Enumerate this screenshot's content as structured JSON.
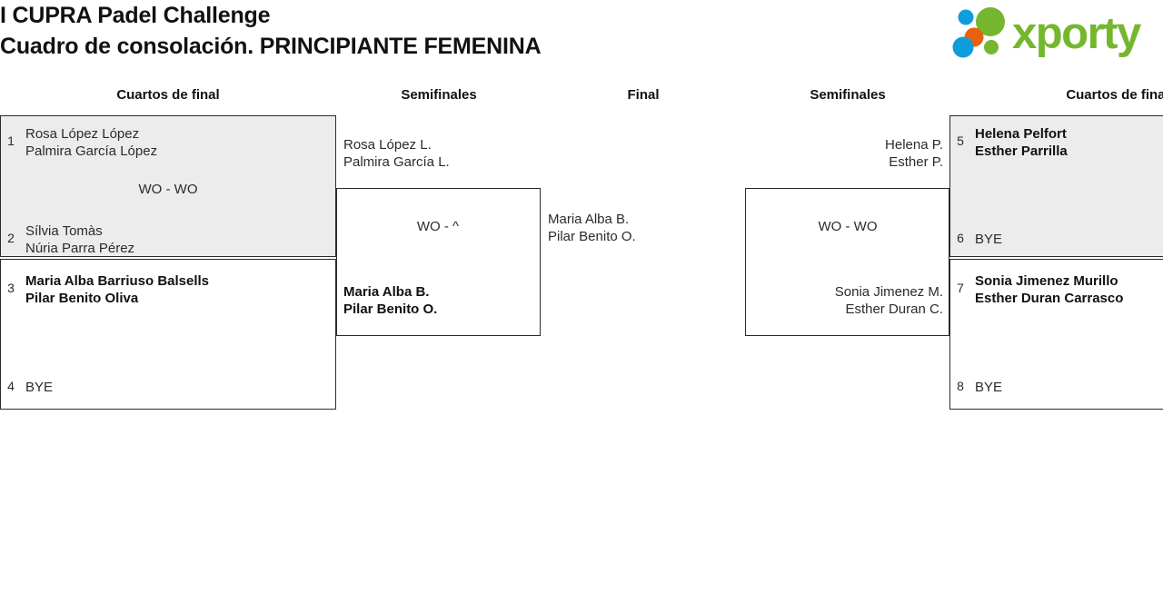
{
  "header": {
    "title_line1": "I CUPRA Padel Challenge",
    "title_line2": "Cuadro de consolación. PRINCIPIANTE FEMENINA",
    "logo_word": "xporty",
    "logo_colors": {
      "green": "#74b72e",
      "blue": "#0d9ddb",
      "orange": "#e8610f"
    }
  },
  "rounds": [
    {
      "label": "Cuartos de final"
    },
    {
      "label": "Semifinales"
    },
    {
      "label": "Final"
    },
    {
      "label": "Semifinales"
    },
    {
      "label": "Cuartos de final"
    }
  ],
  "colors": {
    "shaded_row": "#ececec",
    "border": "#2b2b2b",
    "text": "#2b2b2b"
  },
  "left_quarterfinals": [
    {
      "score": "WO - WO",
      "top": {
        "seed": "1",
        "player1": "Rosa López López",
        "player2": "Palmira García López",
        "winner": false
      },
      "bottom": {
        "seed": "2",
        "player1": "Sílvia Tomàs",
        "player2": "Núria Parra Pérez",
        "winner": false
      }
    },
    {
      "score": "",
      "top": {
        "seed": "3",
        "player1": "Maria Alba Barriuso Balsells",
        "player2": "Pilar Benito Oliva",
        "winner": true
      },
      "bottom": {
        "seed": "4",
        "player1": "BYE",
        "player2": "",
        "winner": false
      }
    }
  ],
  "left_semifinal": {
    "score": "WO - ^",
    "top": {
      "player1": "Rosa López L.",
      "player2": "Palmira García L.",
      "winner": false
    },
    "bottom": {
      "player1": "Maria Alba B.",
      "player2": "Pilar Benito O.",
      "winner": true
    }
  },
  "final": {
    "left_entry": {
      "player1": "Maria Alba B.",
      "player2": "Pilar Benito O.",
      "winner": false
    }
  },
  "right_semifinal": {
    "score": "WO - WO",
    "top": {
      "player1": "Helena P.",
      "player2": "Esther P.",
      "winner": false
    },
    "bottom": {
      "player1": "Sonia Jimenez M.",
      "player2": "Esther Duran C.",
      "winner": false
    }
  },
  "right_quarterfinals": [
    {
      "score": "",
      "top": {
        "seed": "5",
        "player1": "Helena Pelfort",
        "player2": "Esther Parrilla",
        "winner": true
      },
      "bottom": {
        "seed": "6",
        "player1": "BYE",
        "player2": "",
        "winner": false
      }
    },
    {
      "score": "",
      "top": {
        "seed": "7",
        "player1": "Sonia Jimenez Murillo",
        "player2": "Esther Duran Carrasco",
        "winner": true
      },
      "bottom": {
        "seed": "8",
        "player1": "BYE",
        "player2": "",
        "winner": false
      }
    }
  ]
}
